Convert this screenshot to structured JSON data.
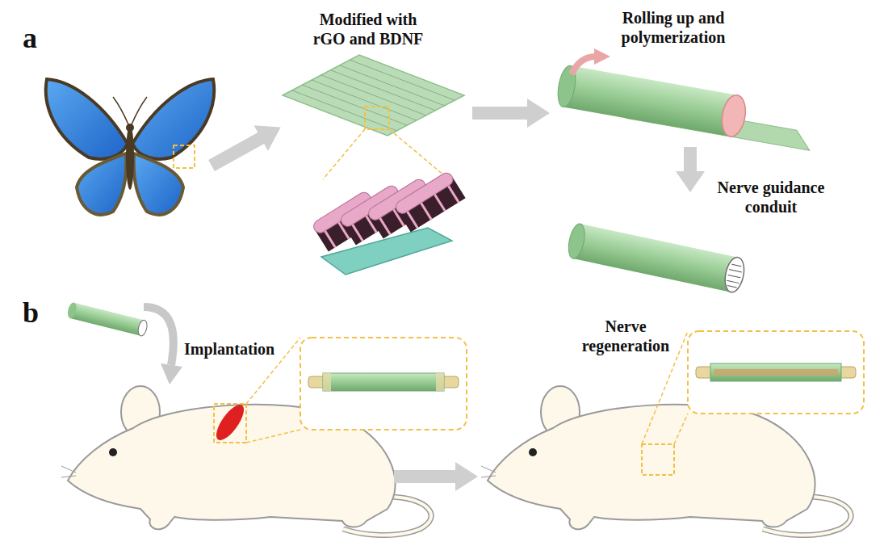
{
  "diagram": {
    "labels": [
      "a",
      "Modified with rGO and BDNF",
      "Rolling up and polymerization",
      "Nerve guidance conduit",
      "b",
      "Implantation",
      "Nerve regeneration"
    ]
  }
}
